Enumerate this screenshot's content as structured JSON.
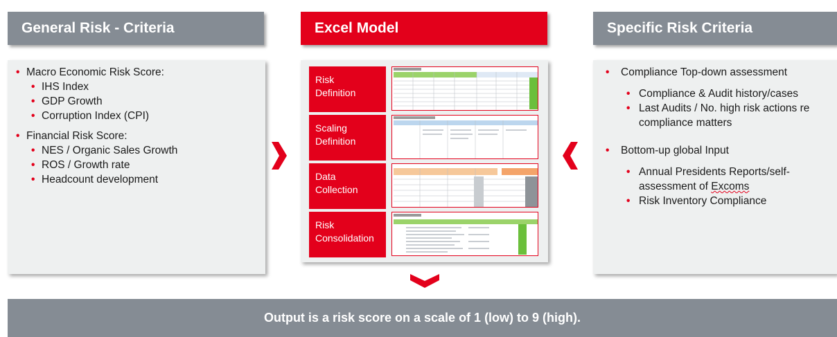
{
  "left_panel": {
    "title": "General Risk - Criteria",
    "items": [
      {
        "label": "Macro Economic Risk Score:",
        "subitems": [
          "IHS Index",
          "GDP Growth",
          "Corruption Index (CPI)"
        ]
      },
      {
        "label": "Financial Risk Score:",
        "subitems": [
          "NES / Organic Sales Growth",
          "ROS / Growth rate",
          "Headcount development"
        ]
      }
    ]
  },
  "center_panel": {
    "title": "Excel Model",
    "stages": [
      {
        "line1": "Risk",
        "line2": "Definition"
      },
      {
        "line1": "Scaling",
        "line2": "Definition"
      },
      {
        "line1": "Data",
        "line2": "Collection"
      },
      {
        "line1": "Risk",
        "line2": "Consolidation"
      }
    ]
  },
  "right_panel": {
    "title": "Specific Risk Criteria",
    "items": [
      {
        "label": "Compliance Top-down assessment",
        "subitems": [
          "Compliance & Audit history/cases",
          "Last Audits / No. high risk actions re compliance matters"
        ]
      },
      {
        "label": "Bottom-up global Input",
        "subitems": [
          "Annual Presidents Reports/self-assessment of",
          "Risk Inventory Compliance"
        ],
        "underlined_word": "Excoms"
      }
    ]
  },
  "output": {
    "text": "Output is a risk score on a scale of 1 (low) to 9 (high)."
  },
  "colors": {
    "accent_red": "#e3001b",
    "header_gray": "#858c94",
    "panel_bg": "#eef0f0"
  }
}
